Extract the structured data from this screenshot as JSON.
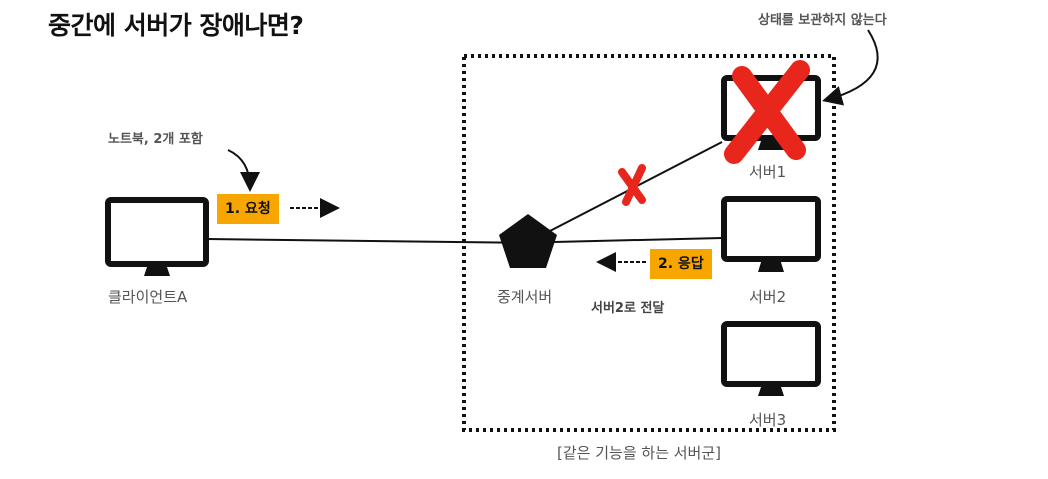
{
  "title": "중간에 서버가 장애나면?",
  "client": {
    "note": "노트북, 2개 포함",
    "label": "클라이언트A"
  },
  "request": {
    "label": "1. 요청"
  },
  "relay": {
    "label": "중계서버"
  },
  "response": {
    "label": "2. 응답",
    "note": "서버2로 전달"
  },
  "servers": [
    {
      "label": "서버1",
      "status": "failed"
    },
    {
      "label": "서버2",
      "status": "ok"
    },
    {
      "label": "서버3",
      "status": "ok"
    }
  ],
  "stateless_note": "상태를 보관하지 않는다",
  "group_label": "[같은 기능을 하는 서버군]",
  "colors": {
    "accent": "#F7A600",
    "error": "#E8261C",
    "line": "#111111"
  }
}
